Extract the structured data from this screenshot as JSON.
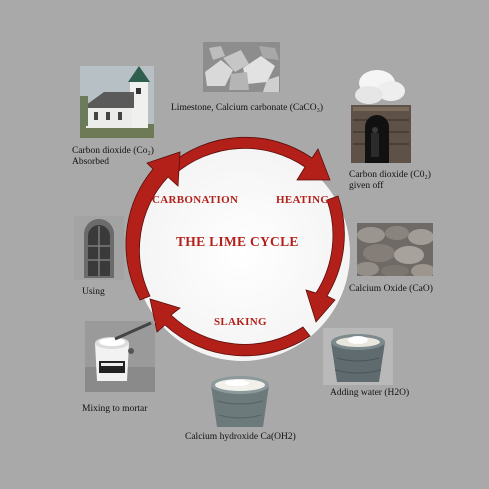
{
  "diagram": {
    "title": "THE LIME CYCLE",
    "stages": {
      "carbonation": "CARBONATION",
      "heating": "HEATING",
      "slaking": "SLAKING"
    },
    "labels": {
      "limestone": "Limestone, Calcium carbonate (CaCO₃)",
      "co2_given_off_line1": "Carbon dioxide (C0₂)",
      "co2_given_off_line2": "given off",
      "calcium_oxide": "Calcium Oxide (CaO)",
      "adding_water": "Adding water (H2O)",
      "calcium_hydroxide": "Calcium hydroxide Ca(OH2)",
      "mixing": "Mixing to mortar",
      "using": "Using",
      "co2_absorbed_line1": "Carbon dioxide (Co₂)",
      "co2_absorbed_line2": "Absorbed"
    },
    "colors": {
      "background": "#a9a9a9",
      "ring": "#b3201a",
      "center": "#ffffff",
      "text_accent": "#b3201a"
    }
  }
}
